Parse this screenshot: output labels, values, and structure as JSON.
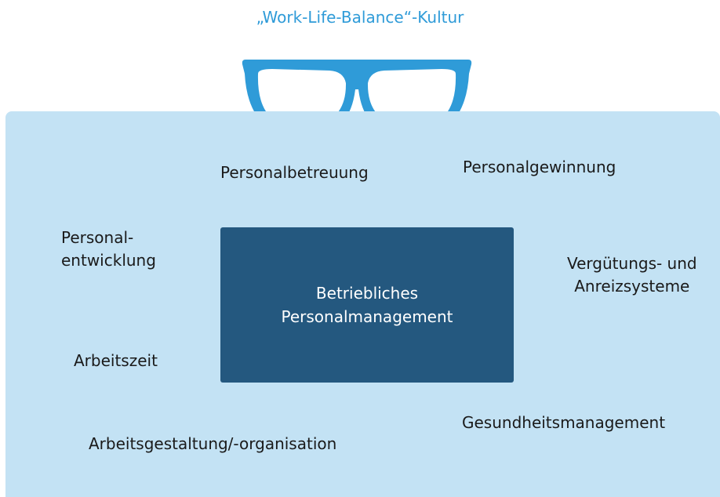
{
  "title": "„Work-Life-Balance“-Kultur",
  "icons": {
    "glasses": "glasses-icon"
  },
  "colors": {
    "title": "#2f9bd8",
    "glasses": "#2f9bd8",
    "panel": "#c3e2f4",
    "center_box": "#24587f",
    "center_text": "#ffffff",
    "labels": "#1a1a1a"
  },
  "center": {
    "label": "Betriebliches\nPersonalmanagement"
  },
  "fields": {
    "personalbetreuung": "Personalbetreuung",
    "personalgewinnung": "Personalgewinnung",
    "personalentwicklung": "Personal-\nentwicklung",
    "verguetung": "Vergütungs- und\nAnreizsysteme",
    "arbeitszeit": "Arbeitszeit",
    "gesundheitsmanagement": "Gesundheitsmanagement",
    "arbeitsgestaltung": "Arbeitsgestaltung/-organisation"
  }
}
